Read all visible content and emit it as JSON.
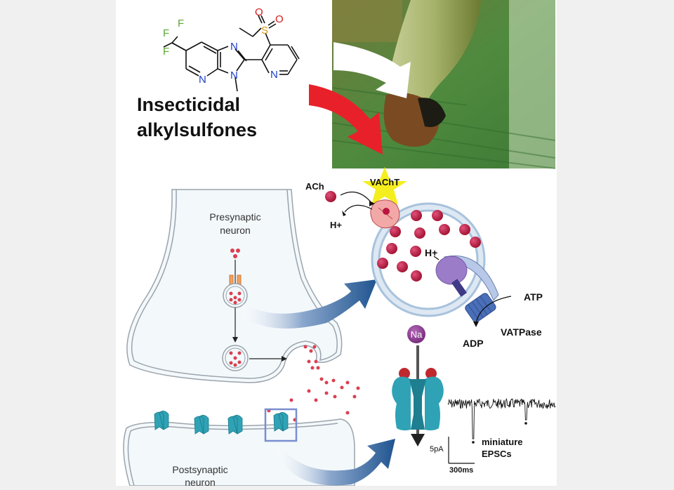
{
  "figure": {
    "title_line1": "Insecticidal",
    "title_line2": "alkylsulfones",
    "molecule": {
      "atoms": {
        "f1": "F",
        "f2": "F",
        "f3": "F",
        "n_pyr": "N",
        "n_imid_top": "N",
        "n_imid_bot": "N",
        "n_pyr2": "N",
        "s": "S",
        "o1": "O",
        "o2": "O"
      }
    },
    "vacht_label": "VAChT",
    "ach_label": "ACh",
    "h_plus_left": "H+",
    "h_plus_vesicle": "H+",
    "atp_label": "ATP",
    "adp_label": "ADP",
    "vatpase_label": "VATPase",
    "na_label": "Na",
    "presynaptic_line1": "Presynaptic",
    "presynaptic_line2": "neuron",
    "postsynaptic_line1": "Postsynaptic",
    "postsynaptic_line2": "neuron",
    "scale_y": "5pA",
    "scale_x": "300ms",
    "mepsc_line1": "miniature",
    "mepsc_line2": "EPSCs"
  },
  "colors": {
    "fluorine": "#5aa832",
    "nitrogen": "#1a3fc8",
    "sulfur": "#d89a1a",
    "oxygen": "#d21a1a",
    "red_arrow": "#e8202a",
    "star": "#f5ee1e",
    "ach_ball": "#b8163f",
    "channel": "#2fa3b5",
    "blue_arrow": "#2a5f9e",
    "vatpase_purple": "#9b7cc8",
    "vatpase_blue": "#4a6fb8",
    "na_purple": "#8a3a8c"
  }
}
